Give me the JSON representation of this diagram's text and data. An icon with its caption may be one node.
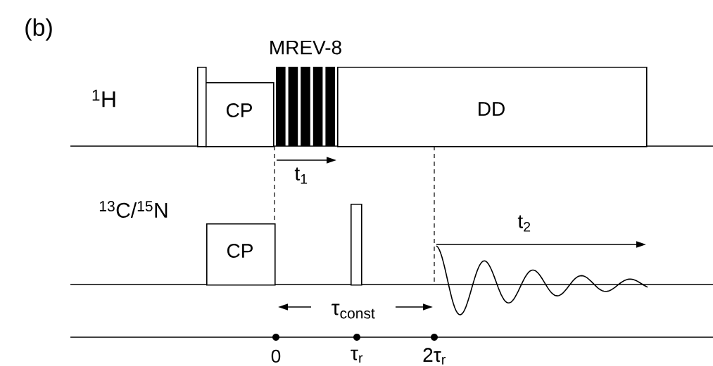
{
  "diagram": {
    "nodes": [
      {
        "text": [],
        "shape": "bar"
      },
      {
        "text": [
          "CP"
        ]
      },
      {
        "text": [
          "MREV-8"
        ]
      },
      {
        "text": [
          "DD"
        ]
      },
      {
        "text": [
          "CP"
        ]
      },
      {
        "text": [],
        "shape": "bar"
      }
    ],
    "labels": [
      "(b)",
      "$^{1}$H",
      "t$_{1}$",
      "$^{13}$C/$^{15}$N",
      "t$_{2}$",
      "τ$_{const}$",
      "0",
      "τ$_{r}$",
      "2τ$_{r}$"
    ]
  }
}
